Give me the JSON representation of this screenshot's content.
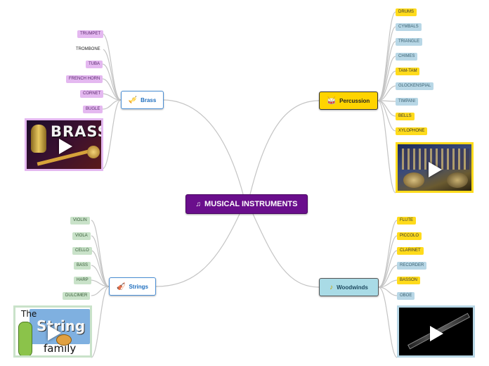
{
  "central": {
    "label": "MUSICAL INSTRUMENTS",
    "icon": "music-notes-icon"
  },
  "branches": {
    "brass": {
      "label": "Brass",
      "icon": "trumpet-icon",
      "leaves": [
        "TRUMPET",
        "TROMBONE",
        "TUBA",
        "FRENCH HORN",
        "CORNET",
        "BUGLE"
      ],
      "video_title": "BRASS"
    },
    "strings": {
      "label": "Strings",
      "icon": "violin-icon",
      "leaves": [
        "VIOLIN",
        "VIOLA",
        "CELLO",
        "BASS",
        "HARP",
        "DULCIMER"
      ],
      "video_title_1": "The",
      "video_title_2": "String",
      "video_title_3": "family"
    },
    "percussion": {
      "label": "Percussion",
      "icon": "drum-icon",
      "leaves": [
        "DRUMS",
        "CYMBALS",
        "TRIANGLE",
        "CHIMES",
        "TAM-TAM",
        "GLOCKENSPIAL",
        "TIMPANI",
        "BELLS",
        "XYLOPHONE"
      ]
    },
    "woodwinds": {
      "label": "Woodwinds",
      "icon": "clarinet-icon",
      "leaves": [
        "FLUTE",
        "PICCOLO",
        "CLARINET",
        "RECORDER",
        "BASSON",
        "OBOE"
      ]
    }
  },
  "colors": {
    "central": "#6a0e8c",
    "percussion": "#ffd400",
    "woodwinds": "#a9dbe6",
    "brass_leaf": "#e4b8f0",
    "strings_leaf": "#c9e2c9",
    "link": "#c4c4c4"
  }
}
